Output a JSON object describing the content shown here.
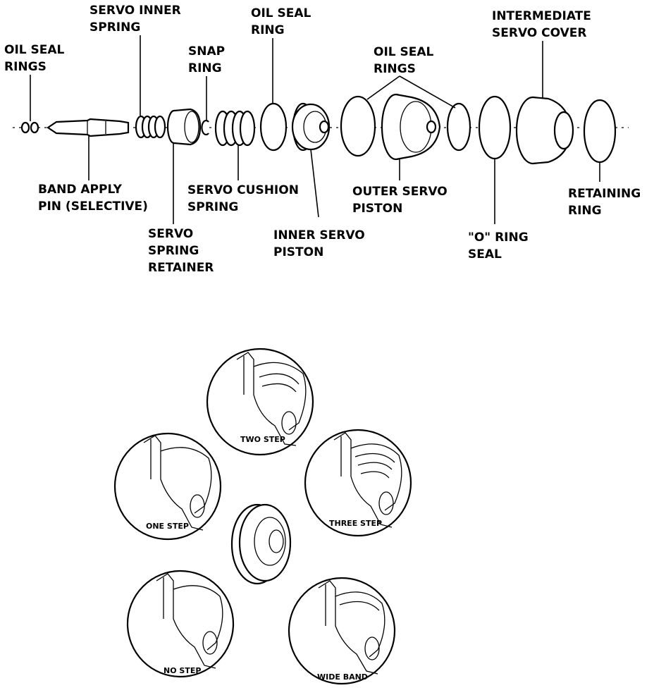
{
  "exploded_view": {
    "labels": {
      "oil_seal_rings_left": [
        "OIL SEAL",
        "RINGS"
      ],
      "servo_inner_spring": [
        "SERVO INNER",
        "SPRING"
      ],
      "snap_ring": [
        "SNAP",
        "RING"
      ],
      "oil_seal_ring": [
        "OIL SEAL",
        "RING"
      ],
      "oil_seal_rings_right": [
        "OIL SEAL",
        "RINGS"
      ],
      "intermediate_servo_cover": [
        "INTERMEDIATE",
        "SERVO COVER"
      ],
      "band_apply_pin": [
        "BAND APPLY",
        "PIN (SELECTIVE)"
      ],
      "servo_spring_retainer": [
        "SERVO",
        "SPRING",
        "RETAINER"
      ],
      "servo_cushion_spring": [
        "SERVO CUSHION",
        "SPRING"
      ],
      "inner_servo_piston": [
        "INNER SERVO",
        "PISTON"
      ],
      "outer_servo_piston": [
        "OUTER SERVO",
        "PISTON"
      ],
      "o_ring_seal": [
        "\"O\" RING",
        "SEAL"
      ],
      "retaining_ring": [
        "RETAINING",
        "RING"
      ]
    }
  },
  "band_types": {
    "two_step": "TWO STEP",
    "one_step": "ONE STEP",
    "three_step": "THREE STEP",
    "no_step": "NO STEP",
    "wide_band": "WIDE BAND"
  }
}
